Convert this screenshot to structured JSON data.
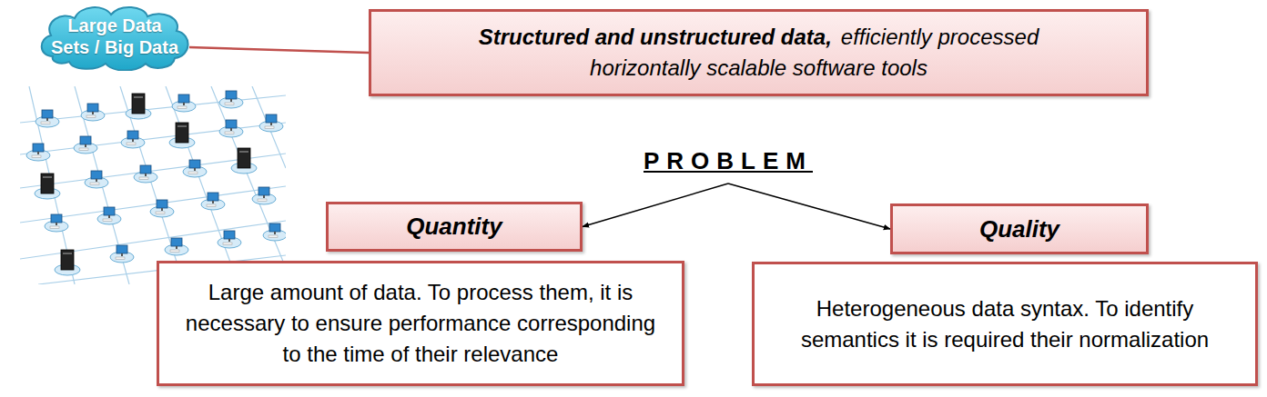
{
  "diagram": {
    "nodes": [
      {
        "text": [
          "Large Data Sets / Big Data"
        ]
      },
      {
        "text": [
          "Structured and unstructured data,",
          "efficiently processed horizontally scalable software tools"
        ]
      },
      {
        "text": [
          "PROBLEM"
        ]
      },
      {
        "text": [
          "Quantity"
        ]
      },
      {
        "text": [
          "Quality"
        ]
      },
      {
        "text": [
          "Large amount of data. To process them, it is necessary to ensure performance corresponding to the time of their relevance"
        ]
      },
      {
        "text": [
          "Heterogeneous data syntax. To identify semantics it is required their normalization"
        ]
      }
    ],
    "edges": [
      {
        "from": 0,
        "to": 1,
        "arrow": "none"
      },
      {
        "from": 2,
        "to": 3,
        "arrow": "to"
      },
      {
        "from": 2,
        "to": 4,
        "arrow": "to"
      }
    ]
  }
}
